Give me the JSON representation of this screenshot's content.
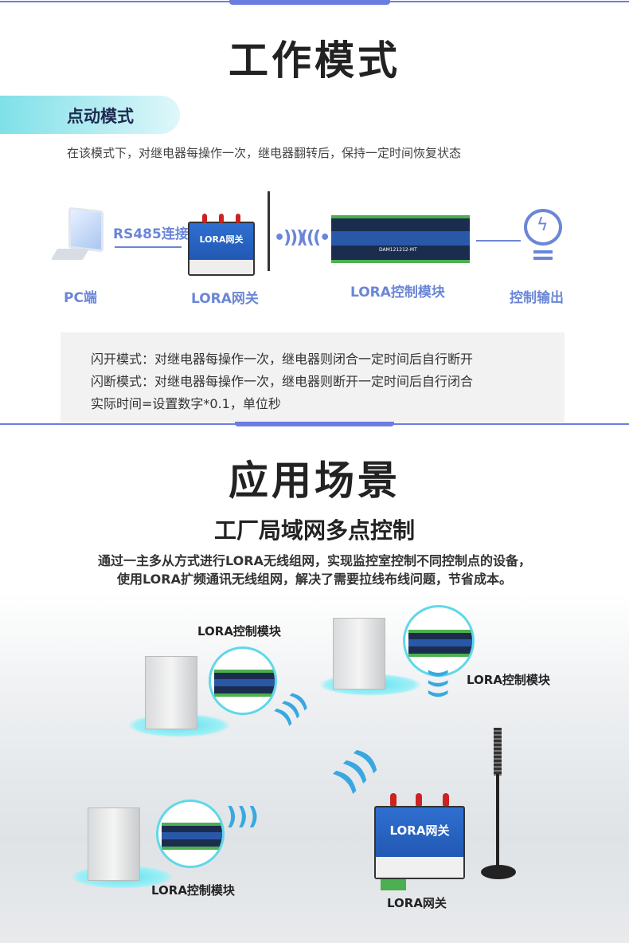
{
  "section1": {
    "title": "工作模式",
    "mode_pill": "点动模式",
    "description": "在该模式下，对继电器每操作一次，继电器翻转后，保持一定时间恢复状态",
    "diagram": {
      "pc_label": "PC端",
      "link_label": "RS485连接",
      "gateway_label": "LORA网关",
      "gateway_device_text": "LORA网关",
      "module_label": "LORA控制模块",
      "module_device_text": "DAM121212-MT",
      "output_label": "控制输出",
      "accent_color": "#6b86d6"
    },
    "notes": [
      "闪开模式：对继电器每操作一次，继电器则闭合一定时间后自行断开",
      "闪断模式：对继电器每操作一次，继电器则断开一定时间后自行闭合",
      "实际时间=设置数字*0.1，单位秒"
    ]
  },
  "section2": {
    "title": "应用场景",
    "subtitle": "工厂局域网多点控制",
    "paragraph": [
      "通过一主多从方式进行LORA无线组网，实现监控室控制不同控制点的设备，",
      "使用LORA扩频通讯无线组网，解决了需要拉线布线问题，节省成本。"
    ],
    "scene": {
      "module_label_1": "LORA控制模块",
      "module_label_2": "LORA控制模块",
      "module_label_3": "LORA控制模块",
      "gateway_label": "LORA网关",
      "gateway_device_text": "LORA网关"
    }
  }
}
